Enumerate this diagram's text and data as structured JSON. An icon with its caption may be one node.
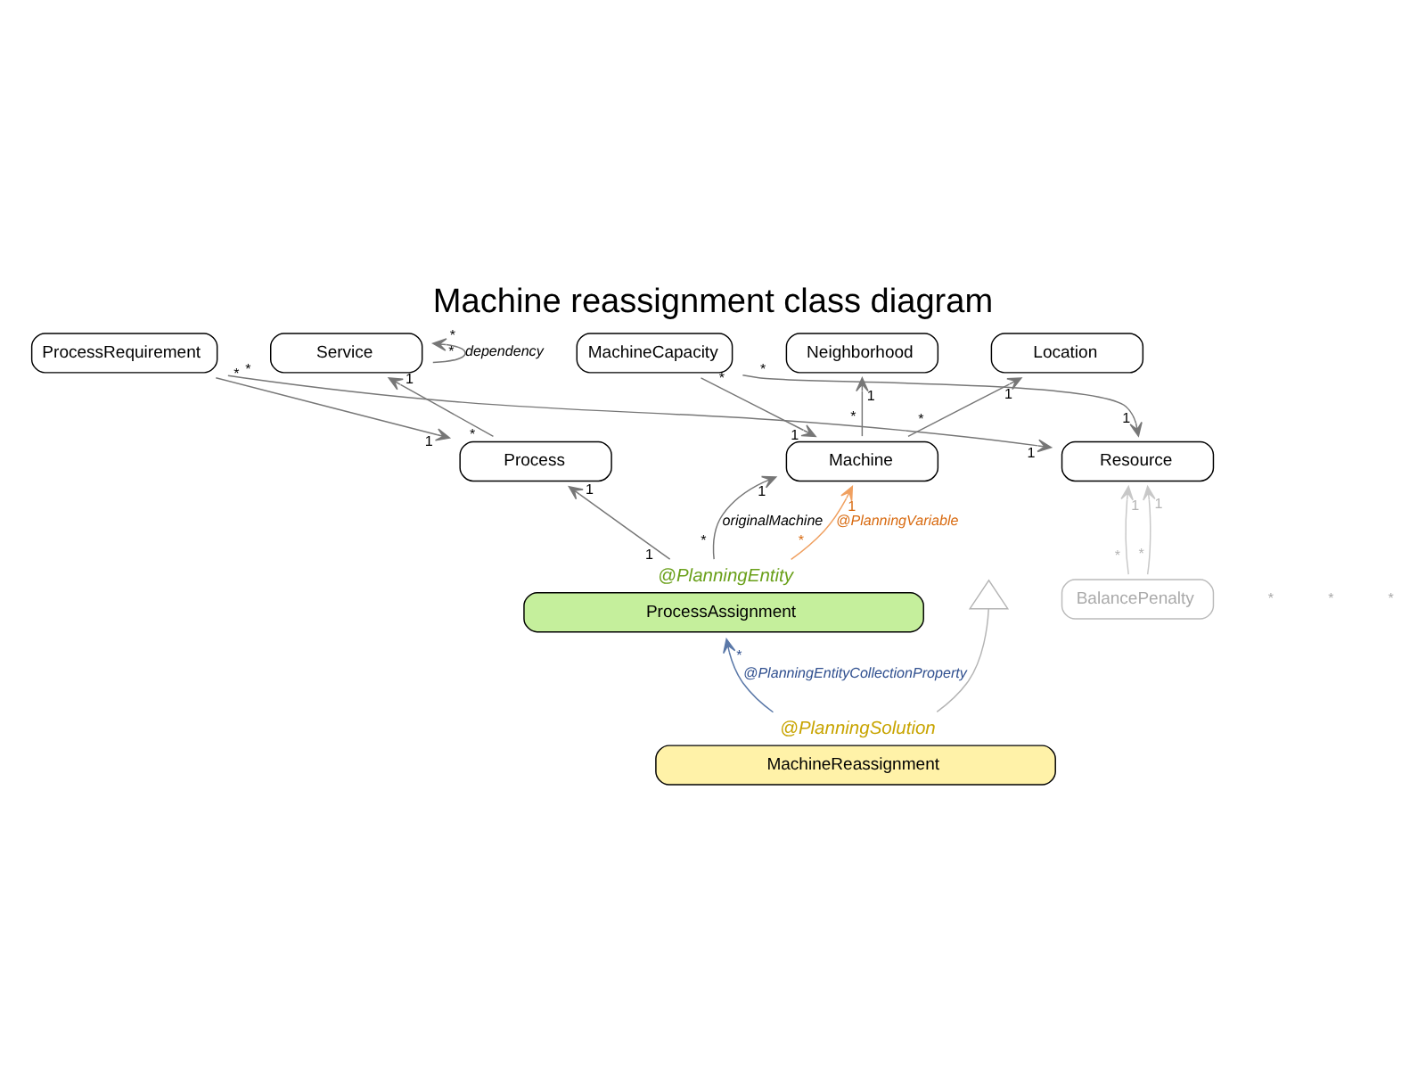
{
  "diagram": {
    "title": "Machine reassignment class diagram",
    "nodes": [
      {
        "text": [
          "Service"
        ]
      },
      {
        "text": [
          "ProcessRequirement"
        ]
      },
      {
        "text": [
          "MachineCapacity"
        ]
      },
      {
        "text": [
          "Neighborhood"
        ]
      },
      {
        "text": [
          "Location"
        ]
      },
      {
        "text": [
          "Process"
        ]
      },
      {
        "text": [
          "Resource"
        ]
      },
      {
        "text": [
          "Machine"
        ]
      },
      {
        "text": [
          "BalancePenalty"
        ]
      },
      {
        "text": [
          "ProcessAssignment"
        ],
        "beside": [
          "@PlanningEntity"
        ]
      },
      {
        "text": [
          "MachineReassignment"
        ],
        "beside": [
          "@PlanningSolution"
        ]
      },
      {
        "text": [],
        "shape": "picture"
      }
    ],
    "edges": [
      {
        "from": 0,
        "to": 0,
        "arrow": "to",
        "label": "dependency"
      },
      {
        "from": 5,
        "to": 0,
        "arrow": "to"
      },
      {
        "from": 1,
        "to": 5,
        "arrow": "to"
      },
      {
        "from": 1,
        "to": 6,
        "arrow": "to"
      },
      {
        "from": 2,
        "to": 6,
        "arrow": "to"
      },
      {
        "from": 2,
        "to": 7,
        "arrow": "to"
      },
      {
        "from": 7,
        "to": 3,
        "arrow": "to"
      },
      {
        "from": 7,
        "to": 4,
        "arrow": "to"
      },
      {
        "from": 8,
        "to": 6,
        "arrow": "to",
        "color": "#c8c8c8"
      },
      {
        "from": 8,
        "to": 6,
        "arrow": "to",
        "color": "#c8c8c8"
      },
      {
        "from": 9,
        "to": 5,
        "arrow": "to"
      },
      {
        "from": 9,
        "to": 7,
        "arrow": "to",
        "label": "originalMachine"
      },
      {
        "from": 9,
        "to": 7,
        "arrow": "to",
        "label": "@PlanningVariable",
        "color": "#f0a060"
      },
      {
        "from": 10,
        "to": 9,
        "arrow": "to",
        "label": "@PlanningEntityCollectionProperty",
        "color": "#5a78a8"
      },
      {
        "from": 10,
        "to": 11,
        "arrow": "none",
        "color": "#b4b4b4"
      }
    ],
    "labels": [
      "*",
      "*",
      "*",
      "1",
      "*",
      "1",
      "*",
      "1",
      "*",
      "1",
      "*",
      "1",
      "*",
      "1",
      "*",
      "1",
      "*",
      "1",
      "*",
      "1",
      "1",
      "1",
      "*",
      "1",
      "*",
      "1",
      "*",
      "*",
      "*",
      "*"
    ]
  }
}
